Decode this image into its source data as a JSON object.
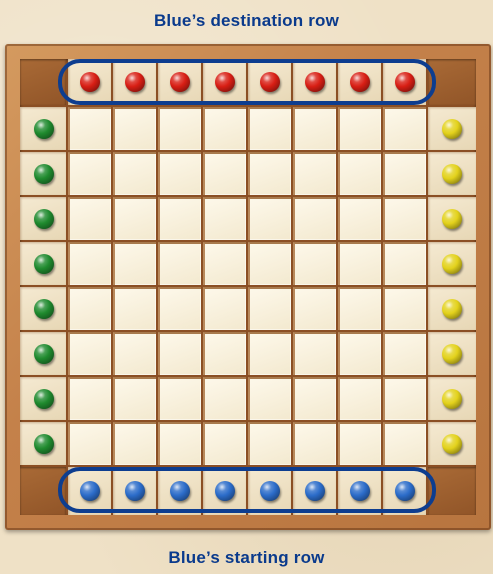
{
  "captions": {
    "top": "Blue’s destination row",
    "bottom": "Blue’s starting row"
  },
  "board": {
    "size": 8,
    "top_edge_pieces": [
      "red",
      "red",
      "red",
      "red",
      "red",
      "red",
      "red",
      "red"
    ],
    "bottom_edge_pieces": [
      "blue",
      "blue",
      "blue",
      "blue",
      "blue",
      "blue",
      "blue",
      "blue"
    ],
    "left_edge_pieces": [
      "green",
      "green",
      "green",
      "green",
      "green",
      "green",
      "green",
      "green"
    ],
    "right_edge_pieces": [
      "yellow",
      "yellow",
      "yellow",
      "yellow",
      "yellow",
      "yellow",
      "yellow",
      "yellow"
    ],
    "highlighted_edges": [
      "top",
      "bottom"
    ]
  },
  "colors": {
    "red": "#d81e14",
    "blue": "#2b6cc9",
    "green": "#1f8a2e",
    "yellow": "#e3d21c",
    "caption": "#0a3a8c",
    "highlight": "#0d3d8f"
  }
}
